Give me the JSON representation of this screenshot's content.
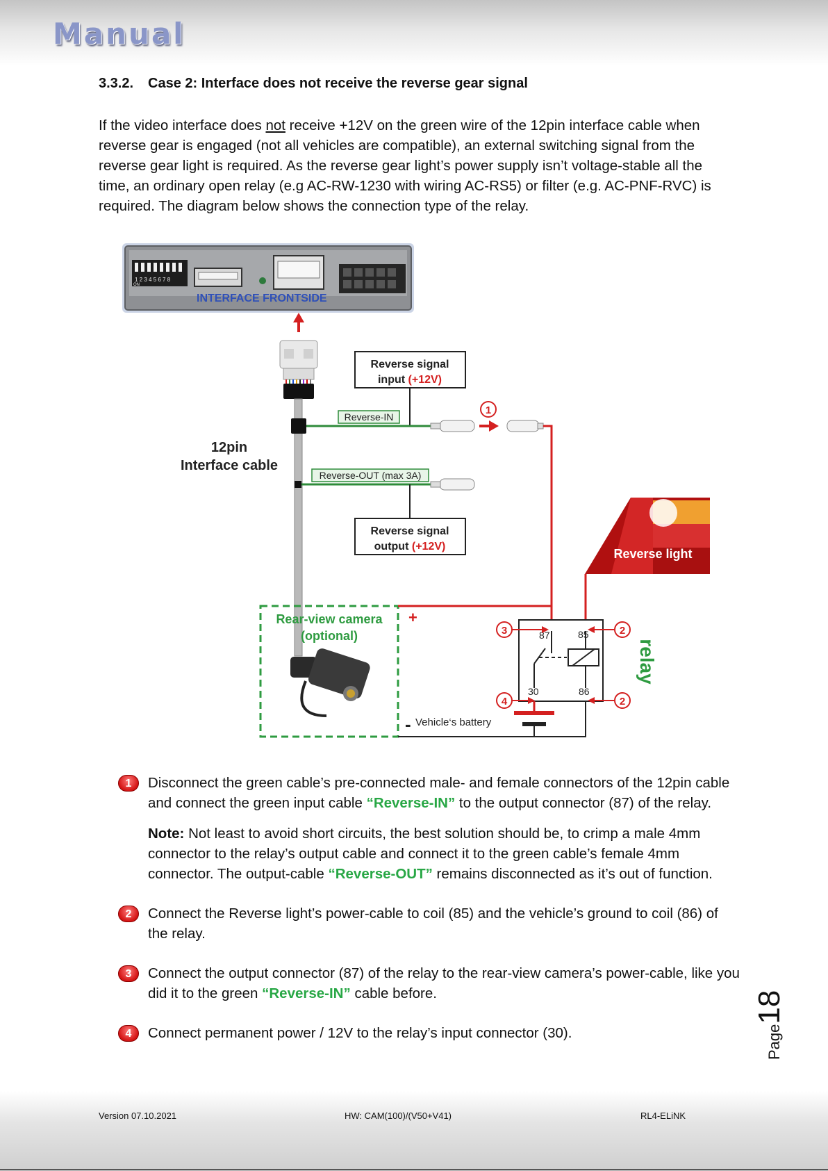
{
  "header": {
    "logo_text": "Manual"
  },
  "section": {
    "number": "3.3.2.",
    "title": "Case 2: Interface does not receive the reverse gear signal"
  },
  "intro": {
    "part1": "If the video interface does ",
    "underlined": "not",
    "part2": " receive +12V on the green wire of the 12pin interface cable when reverse gear is engaged (not all vehicles are compatible), an external switching signal from the reverse gear light is required. As the reverse gear light’s power supply isn’t voltage-stable all the time, an ordinary open relay (e.g AC-RW-1230 with wiring AC-RS5) or filter (e.g. AC-PNF-RVC) is required. The diagram below shows the connection type of the relay."
  },
  "diagram": {
    "interface_label": "INTERFACE   FRONTSIDE",
    "dip_numbers": "1 2 3 4 5 6 7 8",
    "dip_on": "ON",
    "cable_label_line1": "12pin",
    "cable_label_line2": "Interface cable",
    "reverse_input_line1": "Reverse signal",
    "reverse_input_line2a": "input ",
    "reverse_input_line2b": "(+12V)",
    "reverse_output_line1": "Reverse signal",
    "reverse_output_line2a": "output ",
    "reverse_output_line2b": "(+12V)",
    "reverse_in_tag": "Reverse-IN",
    "reverse_out_tag": "Reverse-OUT (max 3A)",
    "reverse_light": "Reverse light",
    "camera_line1": "Rear-view camera",
    "camera_line2": "(optional)",
    "plus": "+",
    "minus": "-",
    "battery": "Vehicle‘s battery",
    "relay": "relay",
    "pin87": "87",
    "pin85": "85",
    "pin30": "30",
    "pin86": "86",
    "callout1": "1",
    "callout2": "2",
    "callout3": "3",
    "callout4": "4",
    "colors": {
      "wire_red": "#d42020",
      "wire_green": "#2e8b3a",
      "label_green": "#28a745",
      "callout_red": "#d42020"
    }
  },
  "steps": [
    {
      "badge": "1",
      "text_a": "Disconnect the green cable’s pre-connected male- and female connectors of the 12pin cable and connect the green input cable ",
      "highlight": "“Reverse-IN”",
      "text_b": " to the output connector (87) of the relay.",
      "note_label": "Note:",
      "note_a": " Not least to avoid short circuits, the best solution should be, to crimp a male 4mm connector to the relay’s output cable and connect it to the green cable’s female 4mm connector. The output-cable ",
      "note_highlight": "“Reverse-OUT”",
      "note_b": " remains disconnected as it’s out of function."
    },
    {
      "badge": "2",
      "text_a": "Connect the Reverse light’s power-cable to coil (85) and the vehicle’s ground to coil (86) of the relay."
    },
    {
      "badge": "3",
      "text_a": "Connect the output connector (87) of the relay to the rear-view camera’s power-cable, like you did it to the green ",
      "highlight": "“Reverse-IN”",
      "text_b": " cable before."
    },
    {
      "badge": "4",
      "text_a": "Connect permanent power / 12V to the relay’s input connector (30)."
    }
  ],
  "footer": {
    "version": "Version  07.10.2021",
    "hw": "HW: CAM(100)/(V50+V41)",
    "product": "RL4-ELiNK"
  },
  "page": {
    "word": "Page",
    "number": "18"
  }
}
